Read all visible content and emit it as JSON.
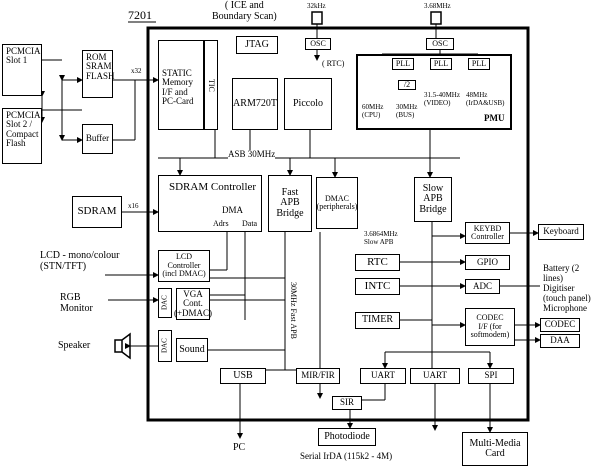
{
  "chip_label": "7201",
  "ice_label": "( ICE and\nBoundary Scan)",
  "crystal_32": "32kHz",
  "crystal_368": "3.68MHz",
  "rtc_note": "( RTC)",
  "pcmcia1": "PCMCIA\nSlot 1",
  "pcmcia2": "PCMCIA\nSlot 2 /\nCompact\nFlash",
  "rom": "ROM\nSRAM\nFLASH",
  "buffer": "Buffer",
  "x32": "x32",
  "static_mem": "STATIC\nMemory\nI/F and\nPC-Card",
  "ttc": "TIC",
  "jtag": "JTAG",
  "osc": "OSC",
  "arm": "ARM720T",
  "piccolo": "Piccolo",
  "pll": "PLL",
  "div2": "/2",
  "freq_60": "60MHz\n(CPU)",
  "freq_30": "30MHz\n(BUS)",
  "freq_video": "31.5-40MHz\n(VIDEO)",
  "freq_48": "48MHz\n(IrDA&USB)",
  "pmu": "PMU",
  "asb": "ASB 30MHz",
  "sdram": "SDRAM",
  "x16": "x16",
  "sdram_ctrl": "SDRAM Controller",
  "dma_label": "DMA",
  "adrs": "Adrs",
  "data_lbl": "Data",
  "fast_apb": "Fast\nAPB\nBridge",
  "dmac": "DMAC\n(peripherals)",
  "slow_apb": "Slow\nAPB\nBridge",
  "slow_apb_freq": "3.6864MHz\nSlow APB",
  "fast_apb_label": "30MHz Fast APB",
  "keybd": "KEYBD\nController",
  "keyboard": "Keyboard",
  "lcd_ext": "LCD - mono/colour\n(STN/TFT)",
  "lcd_ctrl": "LCD\nController\n(incl DMAC)",
  "dac": "DAC",
  "vga": "VGA\nCont.\n(+DMAC)",
  "rgb": "RGB\nMonitor",
  "speaker": "Speaker",
  "sound": "Sound",
  "rtc": "RTC",
  "gpio": "GPIO",
  "intc": "INTC",
  "adc": "ADC",
  "battery": "Battery (2 lines)\nDigitiser\n(touch panel)\nMicrophone",
  "timer": "TIMER",
  "codec_if": "CODEC\nI/F (for\nsoftmodem)",
  "codec": "CODEC",
  "daa": "DAA",
  "usb": "USB",
  "mir": "MIR/FIR",
  "uart": "UART",
  "spi": "SPI",
  "sir": "SIR",
  "photodiode": "Photodiode",
  "irda": "Serial IrDA (115k2 - 4M)",
  "pc": "PC",
  "multimedia": "Multi-Media\nCard"
}
